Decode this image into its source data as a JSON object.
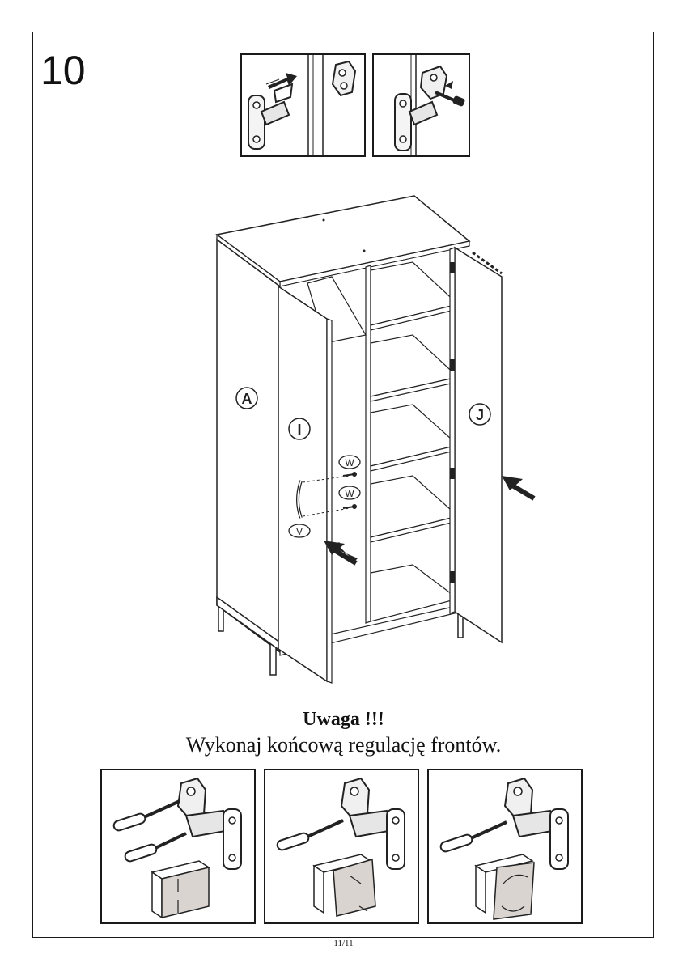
{
  "step_number": "10",
  "labels": {
    "body": "A",
    "left_door": "I",
    "right_door": "J",
    "screw_top": "W",
    "screw_bottom": "W",
    "handle": "V"
  },
  "note": {
    "title": "Uwaga !!!",
    "text": "Wykonaj końcową regulację frontów."
  },
  "page_number": "11/11",
  "icons": [
    "hinge-clip-icon",
    "screwdriver-icon",
    "push-arrow-icon",
    "adjust-arrow-icon"
  ]
}
